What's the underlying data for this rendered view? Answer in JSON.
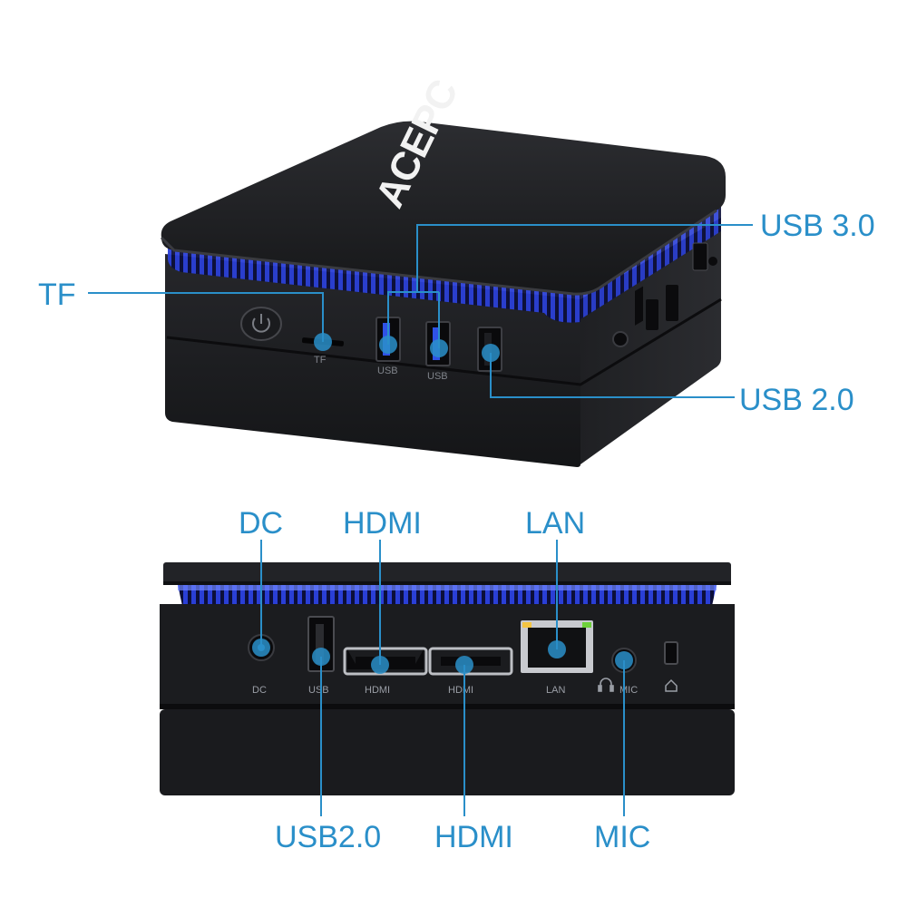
{
  "colors": {
    "callout": "#2a8fc9",
    "chassis": "#1c1d20",
    "chassis_dark": "#111214",
    "led_glow": "#3b5cff",
    "print": "#9a9ea6"
  },
  "brand_logo_text": "ACEPC",
  "front_view": {
    "labels": {
      "usb30": "USB 3.0",
      "tf": "TF",
      "usb20": "USB 2.0"
    },
    "case_print": {
      "tf": "TF",
      "usb_a": "USB",
      "usb_b": "USB"
    },
    "icons": [
      "power-button-icon"
    ]
  },
  "rear_view": {
    "top_labels": {
      "dc": "DC",
      "hdmi": "HDMI",
      "lan": "LAN"
    },
    "bottom_labels": {
      "usb20": "USB2.0",
      "hdmi": "HDMI",
      "mic": "MIC"
    },
    "case_print": {
      "dc": "DC",
      "usb": "USB",
      "hdmi_1": "HDMI",
      "hdmi_2": "HDMI",
      "lan": "LAN",
      "mic": "MIC"
    },
    "icons": [
      "headphone-icon",
      "kensington-lock-icon"
    ]
  }
}
